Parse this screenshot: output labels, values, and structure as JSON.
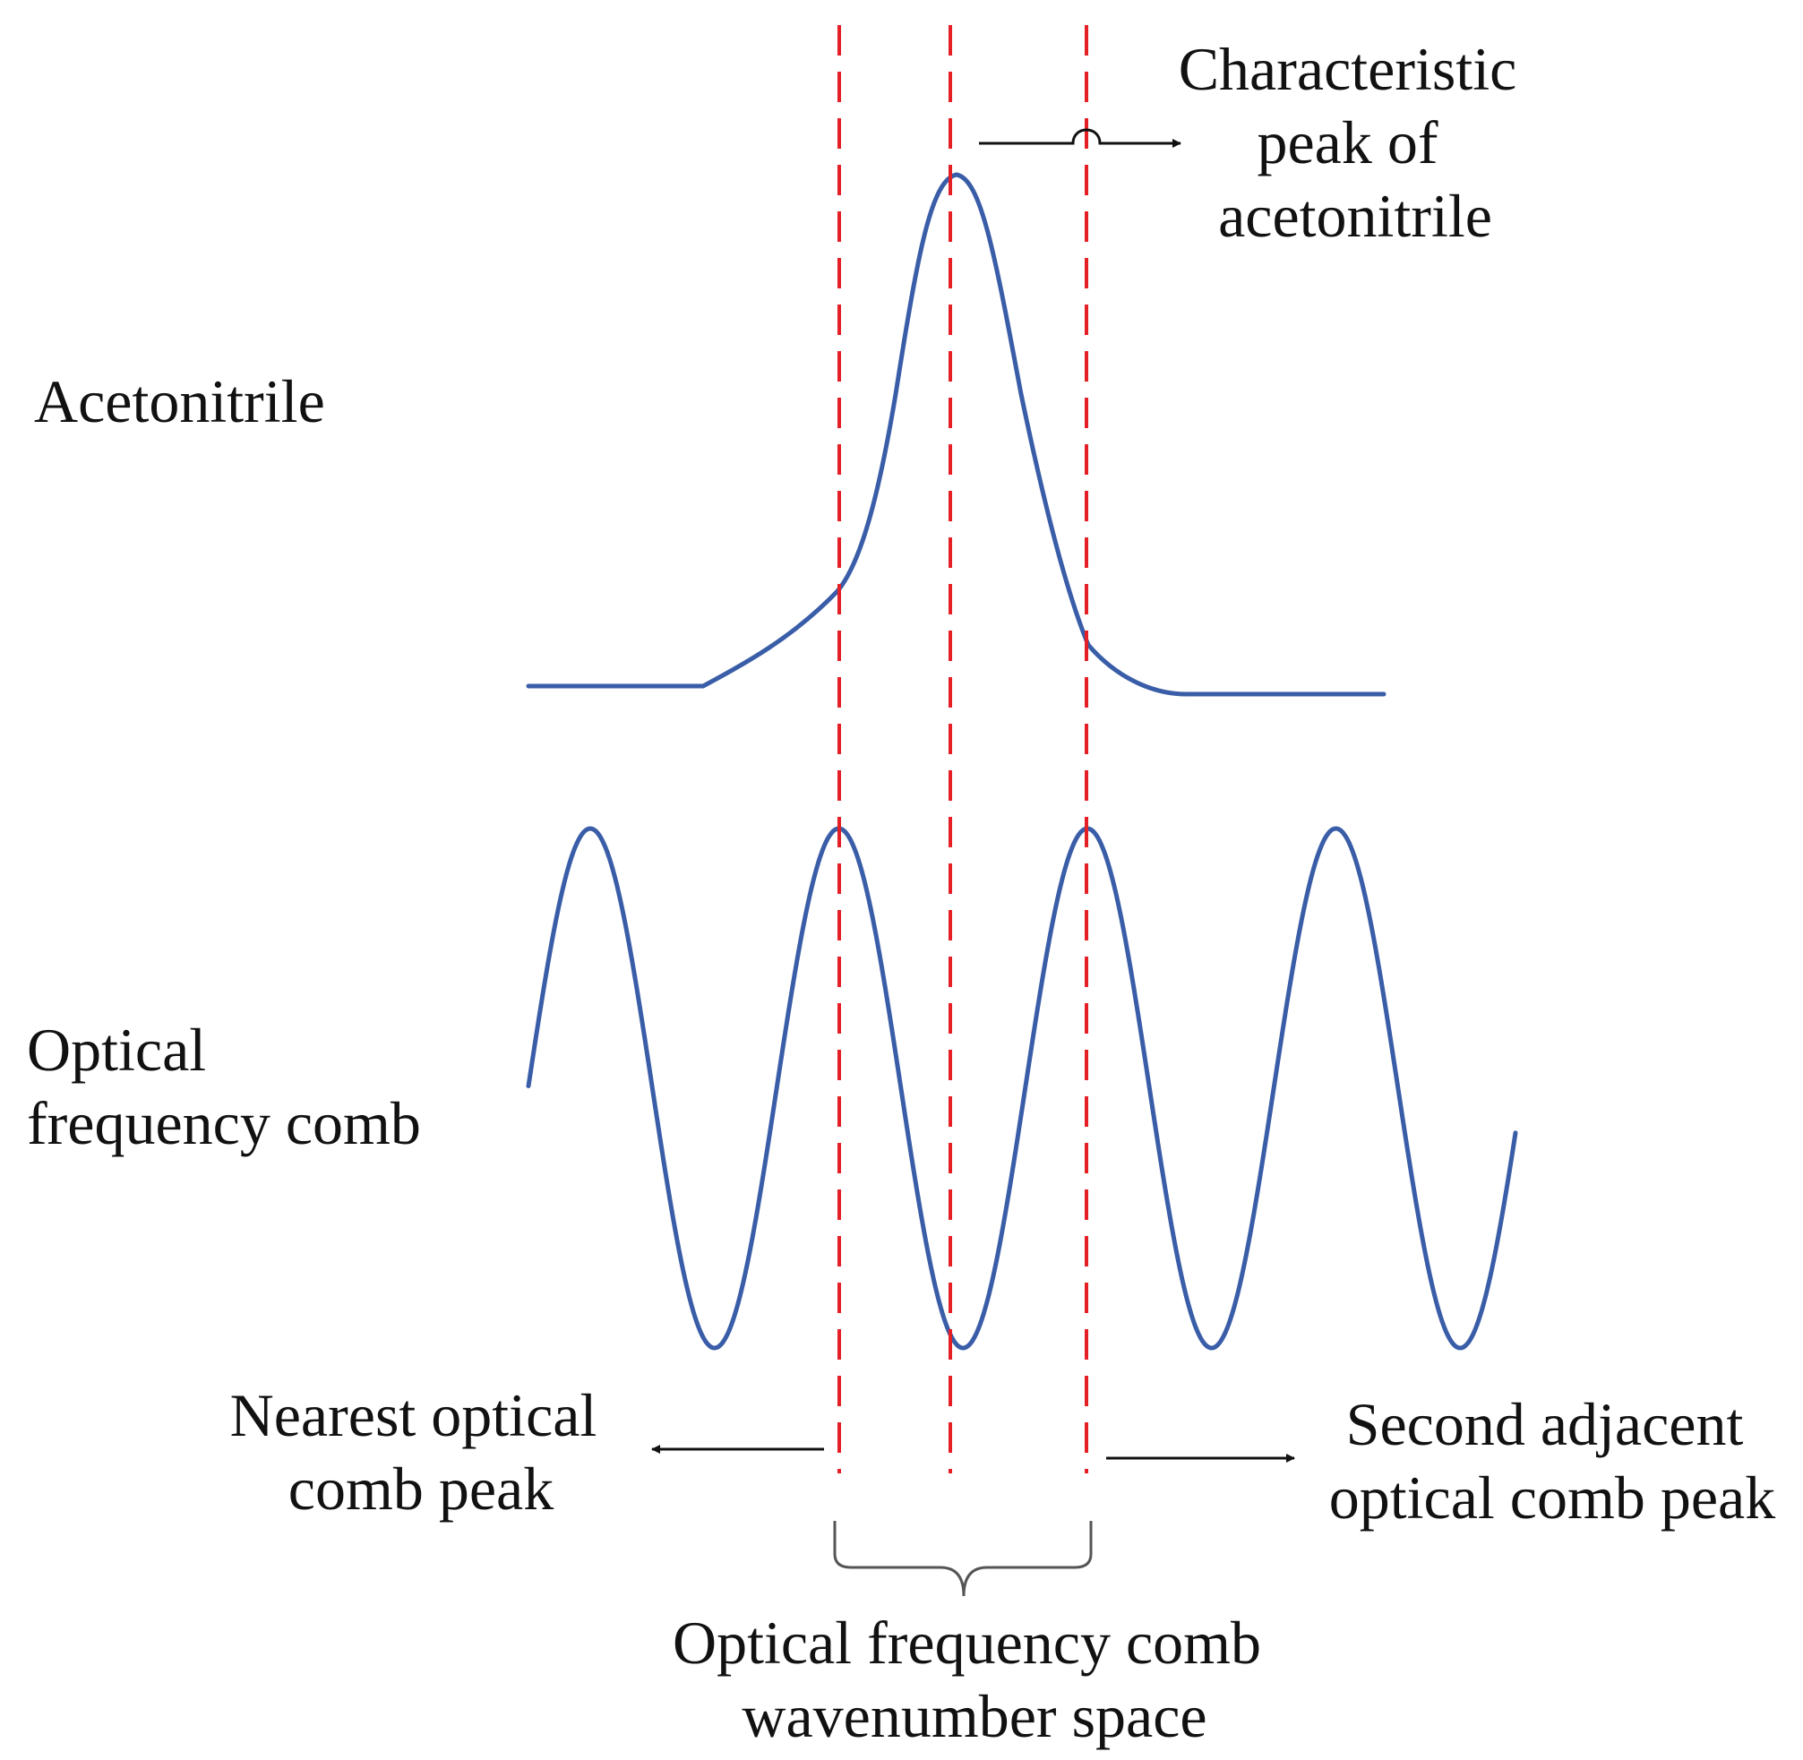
{
  "labels": {
    "characteristic_peak": [
      "Characteristic",
      "peak of",
      "acetonitrile"
    ],
    "acetonitrile": "Acetonitrile",
    "optical_comb": [
      "Optical",
      "frequency comb"
    ],
    "nearest_peak": [
      "Nearest optical",
      "comb peak"
    ],
    "second_peak": [
      "Second adjacent",
      "optical comb peak"
    ],
    "wavenumber_space": [
      "Optical frequency comb",
      "wavenumber space"
    ]
  },
  "colors": {
    "curve": "#3a5da8",
    "dashed_line": "#e41f26",
    "text": "#111111",
    "arrow": "#111111",
    "brace": "#555555"
  }
}
